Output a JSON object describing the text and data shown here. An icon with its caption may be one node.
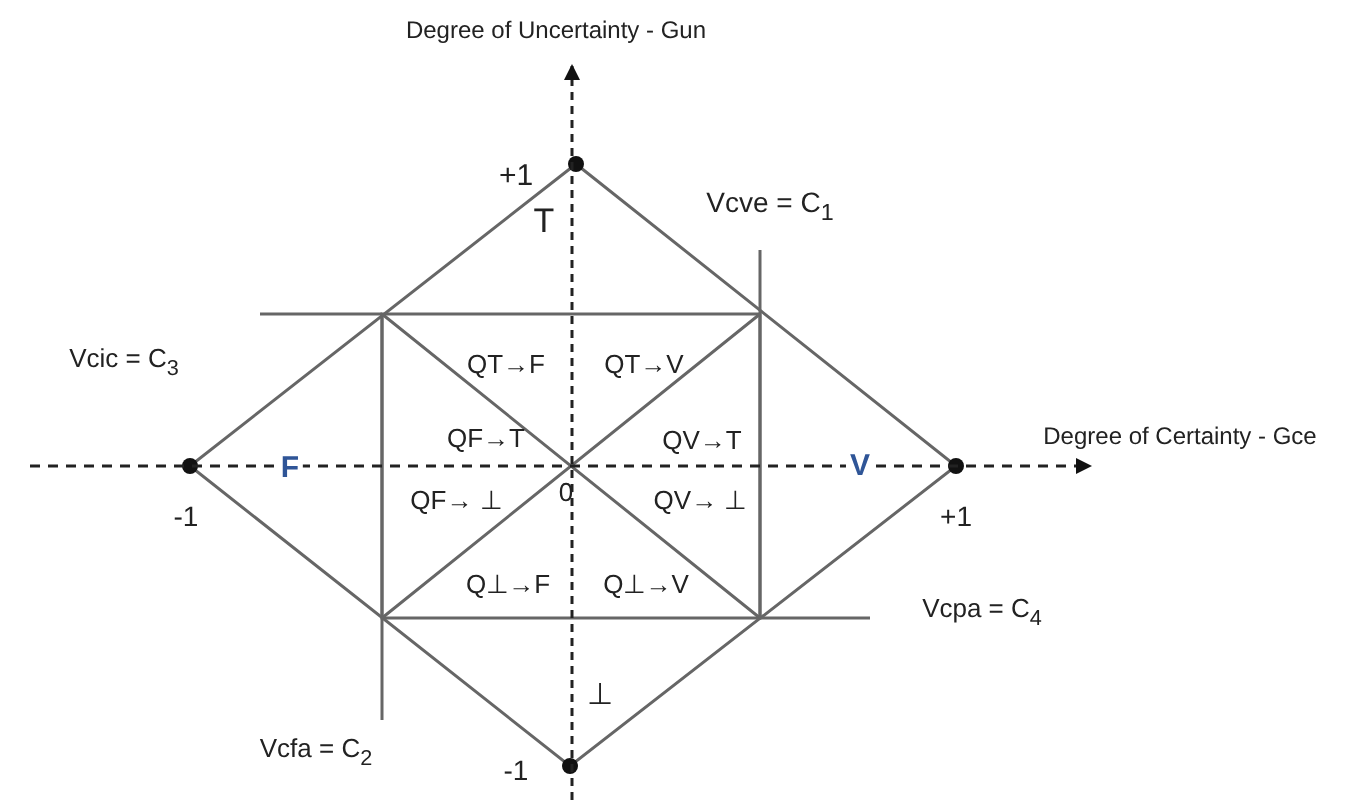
{
  "diagram": {
    "labels": [
      "Degree of Uncertainty - Gun",
      "+1",
      "T",
      "Vcve = C$_{1}$",
      "Vcic = C$_{3}$",
      "QT→F",
      "QT→V",
      "QF→T",
      "QV→T",
      "Degree of Certainty - Gce",
      "F",
      "V",
      "QF→ ⊥",
      "0",
      "QV→ ⊥",
      "-1",
      "+1",
      "Q⊥→F",
      "Q⊥→V",
      "Vcpa = C$_{4}$",
      "⊥",
      "Vcfa = C$_{2}$",
      "-1"
    ]
  }
}
